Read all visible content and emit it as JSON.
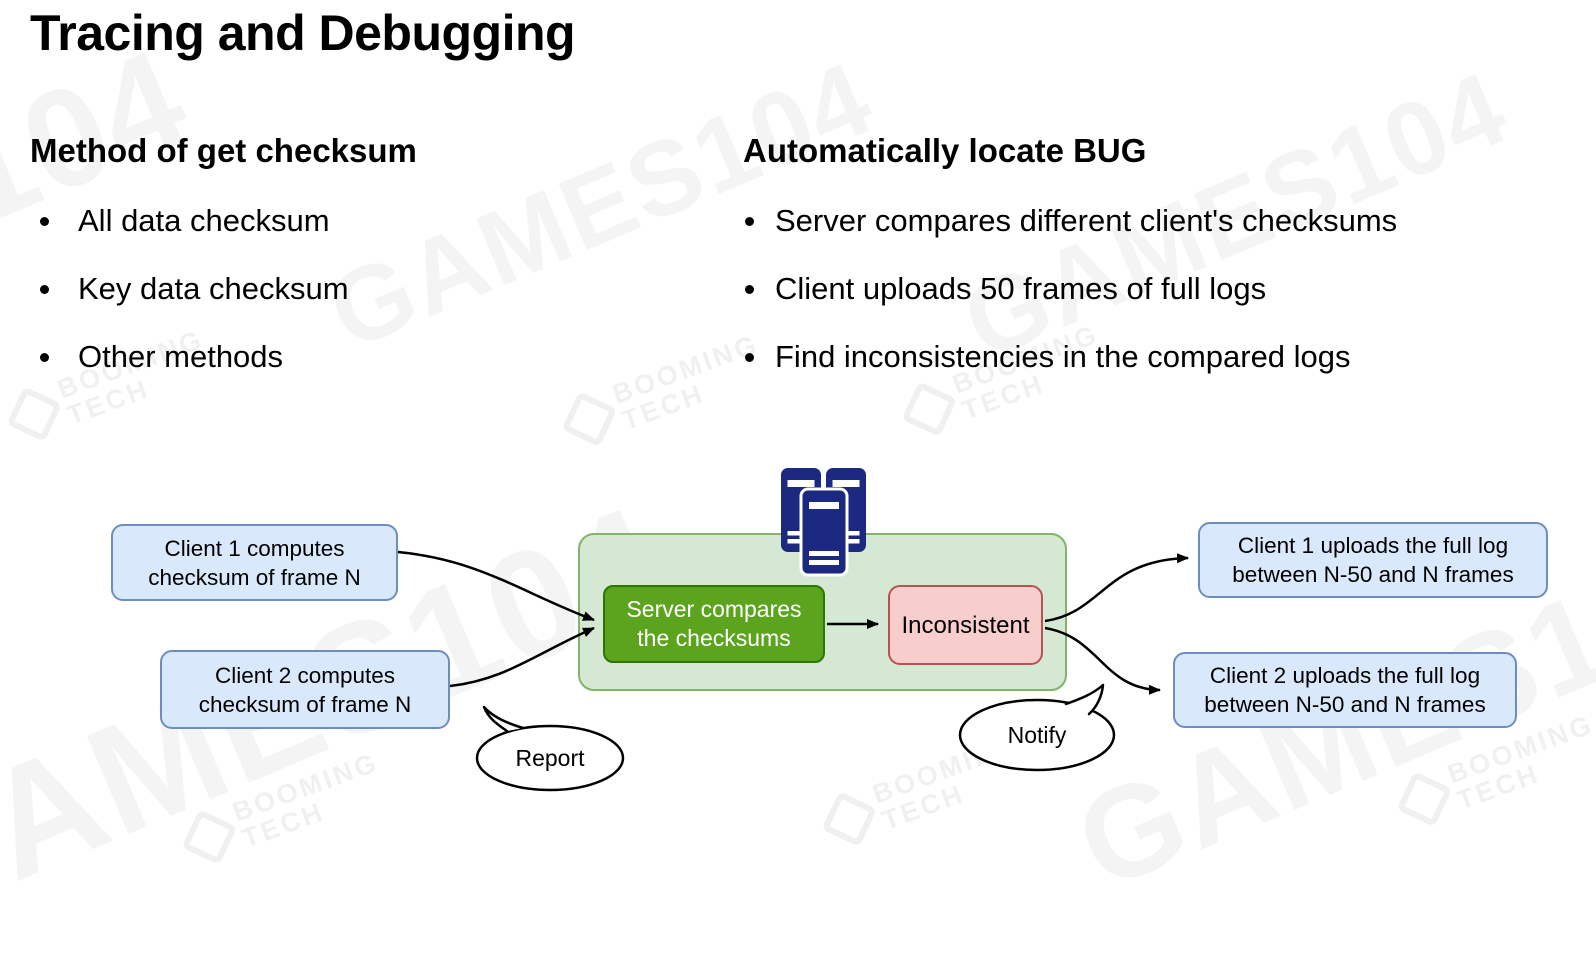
{
  "slide": {
    "title": "Tracing and Debugging",
    "background": "#ffffff"
  },
  "columns": {
    "left": {
      "heading": "Method of get checksum",
      "bullets": [
        "All data checksum",
        "Key data checksum",
        "Other methods"
      ]
    },
    "right": {
      "heading": "Automatically locate BUG",
      "bullets": [
        "Server compares different client's checksums",
        "Client uploads 50 frames of full logs",
        "Find inconsistencies in the compared logs"
      ]
    }
  },
  "diagram": {
    "nodes": {
      "client1_computes": [
        "Client 1 computes",
        "checksum of frame N"
      ],
      "client2_computes": [
        "Client 2 computes",
        "checksum of frame N"
      ],
      "server_compares": [
        "Server compares",
        "the checksums"
      ],
      "inconsistent": [
        "Inconsistent"
      ],
      "client1_uploads": [
        "Client 1 uploads the full log",
        "between N-50 and N frames"
      ],
      "client2_uploads": [
        "Client 2 uploads the full log",
        "between N-50 and N frames"
      ]
    },
    "bubbles": {
      "report": "Report",
      "notify": "Notify"
    },
    "icon": "server-rack-icon",
    "colors": {
      "client_fill": "#dae8fc",
      "client_border": "#6c8ebf",
      "container_fill": "#d5e8d4",
      "container_border": "#82b366",
      "server_fill": "#5ca41e",
      "server_border": "#2d7600",
      "inconsistent_fill": "#f8cecc",
      "inconsistent_border": "#b85450",
      "server_icon_color": "#1b2a80",
      "arrow_color": "#000000"
    }
  },
  "watermarks": {
    "games": "GAMES104",
    "games_partial_top_left": "104",
    "games_partial_center": "04",
    "booming_line1": "BOOMING",
    "booming_line2": "TECH"
  }
}
